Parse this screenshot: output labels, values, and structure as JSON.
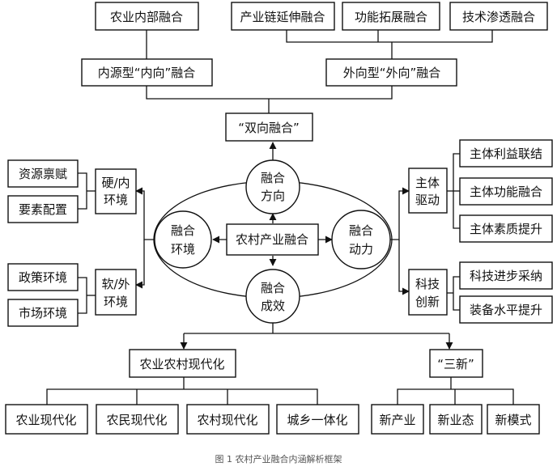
{
  "top": {
    "nongye_neibu": "农业内部融合",
    "chanye_lian": "产业链延伸融合",
    "gongneng_tuozhan": "功能拓展融合",
    "jishu_shentou": "技术渗透融合",
    "neiyuan": "内源型“内向”融合",
    "waixiang": "外向型“外向”融合",
    "shuangxiang": "“双向融合”"
  },
  "left": {
    "ziyuan": "资源禀赋",
    "yaosu": "要素配置",
    "zhengce": "政策环境",
    "shichang": "市场环境",
    "ying_l1": "硬/内",
    "ying_l2": "环境",
    "ruan_l1": "软/外",
    "ruan_l2": "环境"
  },
  "right": {
    "zhuti_l1": "主体",
    "zhuti_l2": "驱动",
    "keji_l1": "科技",
    "keji_l2": "创新",
    "liyi": "主体利益联结",
    "gongneng": "主体功能融合",
    "suzhi": "主体素质提升",
    "jinbu": "科技进步采纳",
    "zhuangbei": "装备水平提升"
  },
  "center": {
    "core": "农村产业融合",
    "fangxiang_l1": "融合",
    "fangxiang_l2": "方向",
    "huanjing_l1": "融合",
    "huanjing_l2": "环境",
    "dongli_l1": "融合",
    "dongli_l2": "动力",
    "chengxiao_l1": "融合",
    "chengxiao_l2": "成效"
  },
  "bottom": {
    "xiandaihua": "农业农村现代化",
    "sanxin": "“三新”",
    "nongye_xdh": "农业现代化",
    "nongmin_xdh": "农民现代化",
    "nongcun_xdh": "农村现代化",
    "chengxiang": "城乡一体化",
    "xin_chanye": "新产业",
    "xin_yetai": "新业态",
    "xin_moshi": "新模式"
  },
  "caption": "图 1 农村产业融合内涵解析框架"
}
